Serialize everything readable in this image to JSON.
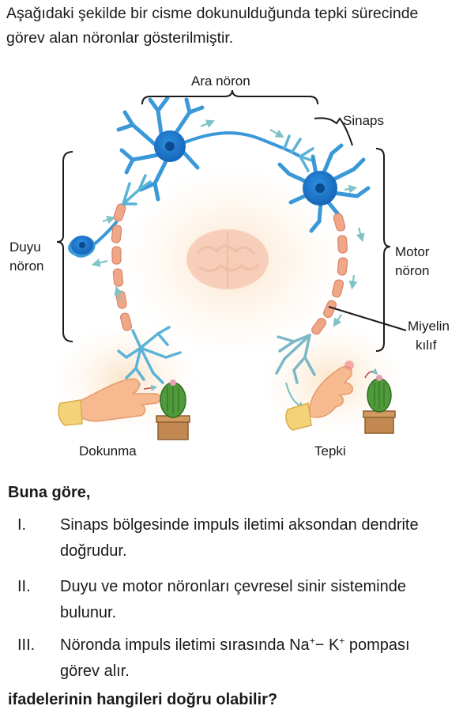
{
  "question": {
    "intro": "Aşağıdaki şekilde bir cisme dokunulduğunda tepki sürecinde görev alan nöronlar gösterilmiştir.",
    "figure_labels": {
      "ara_noron": "Ara nöron",
      "sinaps": "Sinaps",
      "duyu_noron_line1": "Duyu",
      "duyu_noron_line2": "nöron",
      "motor_noron_line1": "Motor",
      "motor_noron_line2": "nöron",
      "miyelin_line1": "Miyelin",
      "miyelin_line2": "kılıf",
      "dokunma": "Dokunma",
      "tepki": "Tepki"
    },
    "lead": "Buna göre,",
    "statements": [
      {
        "num": "I.",
        "text": "Sinaps bölgesinde impuls iletimi aksondan dendrite doğrudur."
      },
      {
        "num": "II.",
        "text": "Duyu ve motor nöronları çevresel sinir sisteminde bulunur."
      },
      {
        "num": "III.",
        "text_pre": "Nöronda impuls iletimi sırasında Na",
        "sup1": "+",
        "text_mid": "− K",
        "sup2": "+",
        "text_post": " pompası görev alır."
      }
    ],
    "prompt": "ifadelerinin hangileri doğru olabilir?"
  }
}
